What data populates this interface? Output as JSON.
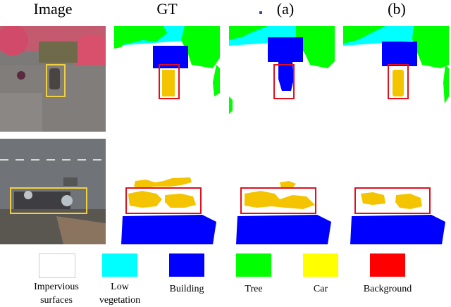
{
  "headers": {
    "image": "Image",
    "gt": "GT",
    "a": "(a)",
    "b": "(b)"
  },
  "legend": [
    {
      "label": "Impervious\nsurfaces",
      "color": "#ffffff"
    },
    {
      "label": "Low\nvegetation",
      "color": "#00ffff"
    },
    {
      "label": "Building",
      "color": "#0000ff"
    },
    {
      "label": "Tree",
      "color": "#00ff00"
    },
    {
      "label": "Car",
      "color": "#ffff00"
    },
    {
      "label": "Background",
      "color": "#ff0000"
    }
  ],
  "colors": {
    "impervious": "#ffffff",
    "low_vegetation": "#00ffff",
    "building": "#0000ff",
    "tree": "#00ff00",
    "car": "#f5c400",
    "background": "#ff0000",
    "box_image": "#f0d040",
    "box_pred": "#e0101e"
  }
}
